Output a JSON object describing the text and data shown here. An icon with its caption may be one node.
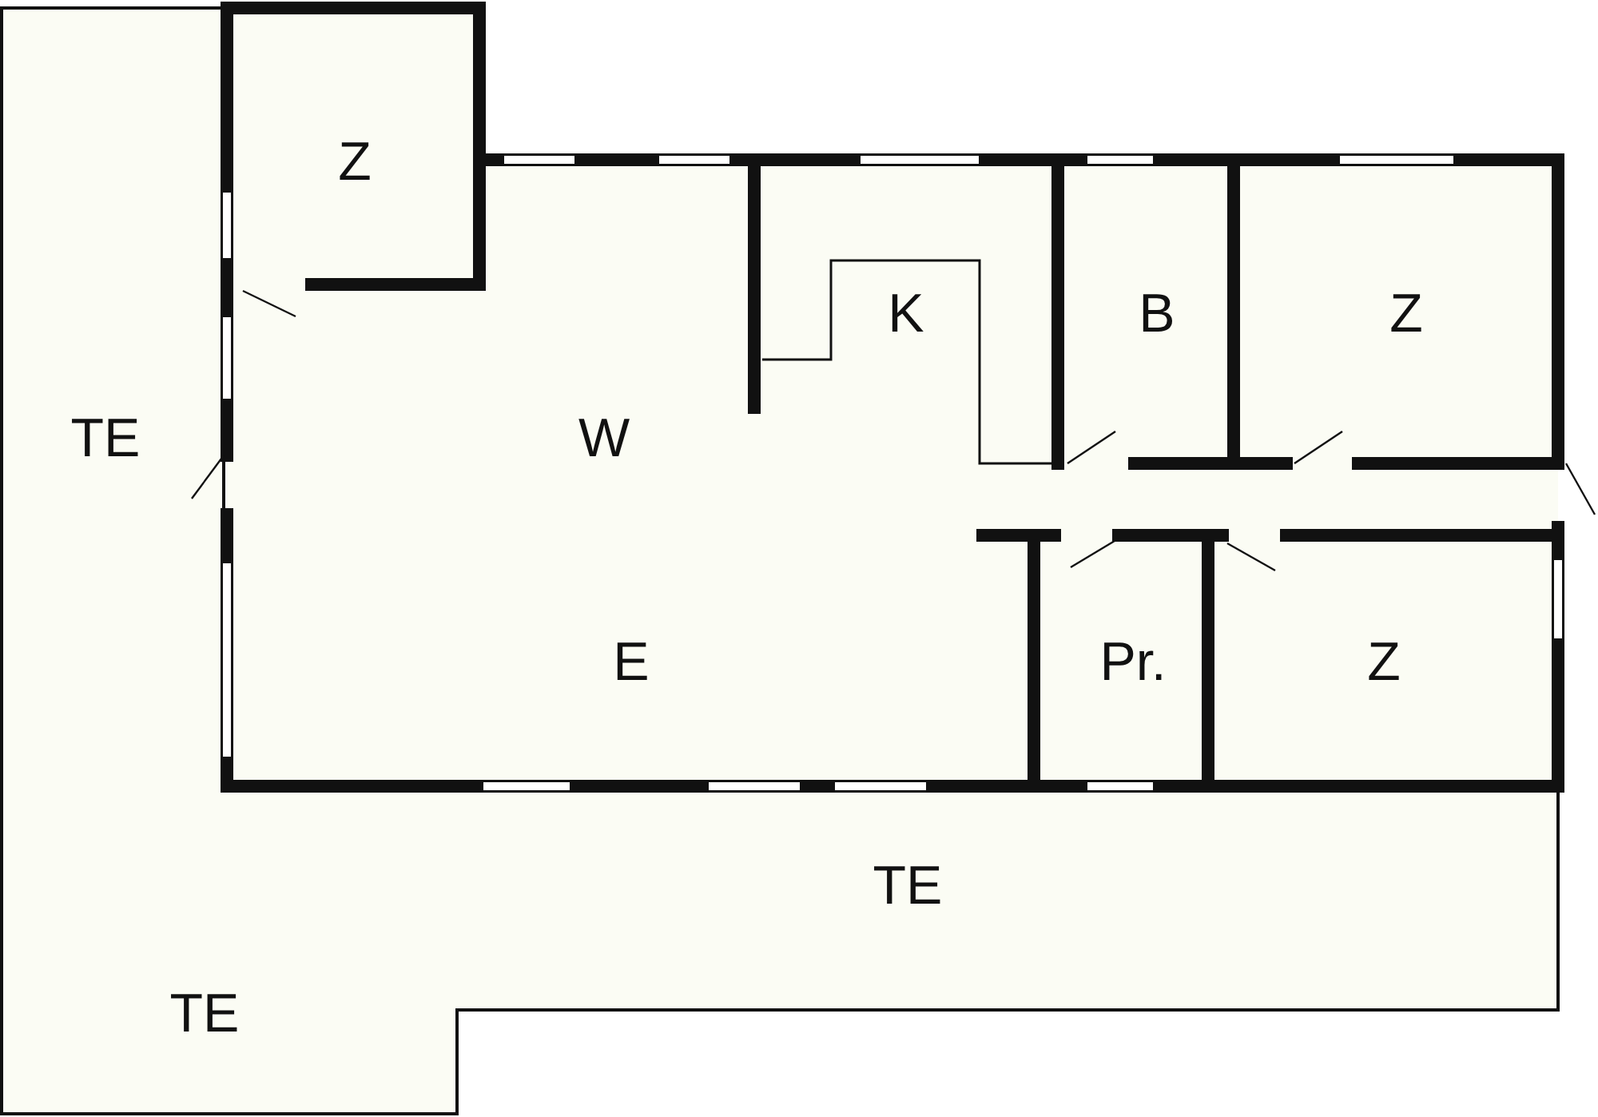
{
  "diagram": {
    "labels": [
      "Z",
      "K",
      "B",
      "Z",
      "TE",
      "W",
      "E",
      "Pr.",
      "Z",
      "TE",
      "TE"
    ]
  }
}
